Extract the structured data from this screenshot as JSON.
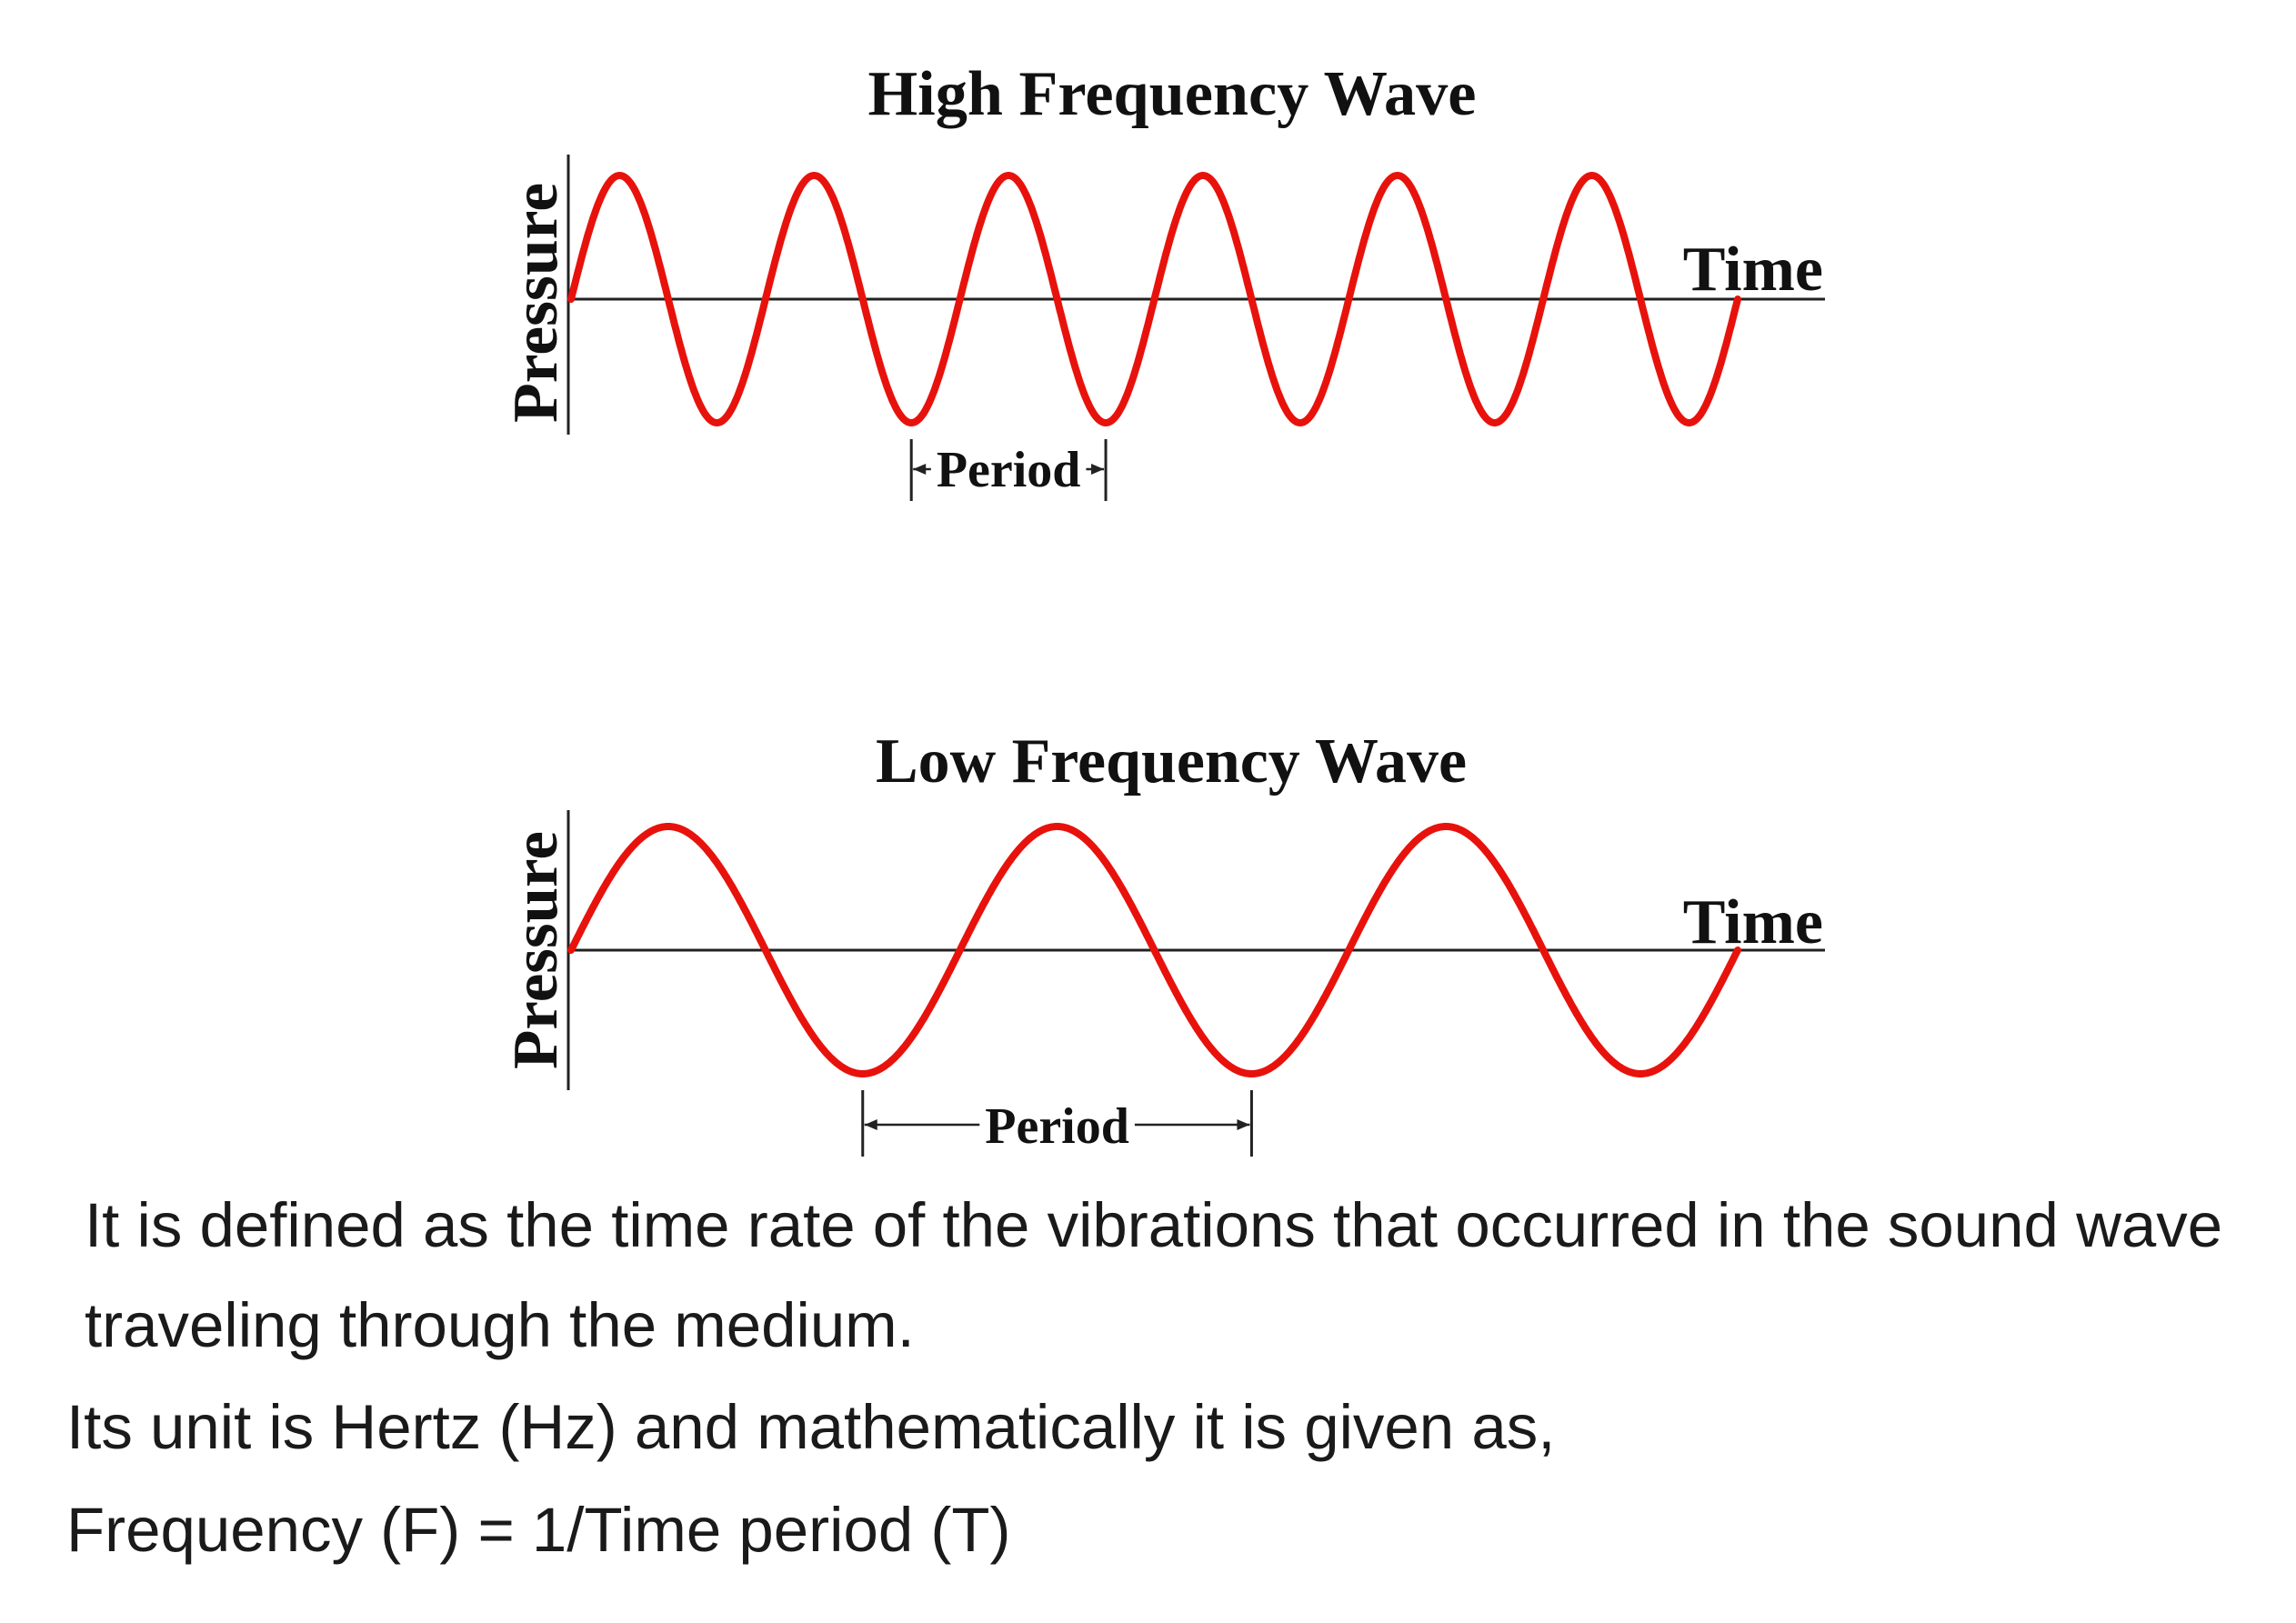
{
  "colors": {
    "wave": "#e8120c",
    "axis": "#222222",
    "text": "#1a1a1a",
    "background": "#ffffff"
  },
  "diagrams": [
    {
      "title": "High Frequency Wave",
      "y_label": "Pressure",
      "x_label": "Time",
      "period_label": "Period",
      "cycles": 6
    },
    {
      "title": "Low Frequency Wave",
      "y_label": "Pressure",
      "x_label": "Time",
      "period_label": "Period",
      "cycles": 3
    }
  ],
  "text": {
    "definition_line1": "It is defined as the time rate of the vibrations that occurred in the sound wave",
    "definition_line2": "traveling through the medium.",
    "unit": "Its unit is Hertz (Hz) and mathematically it is given as,",
    "formula": "Frequency (F) = 1/Time period (T)"
  }
}
